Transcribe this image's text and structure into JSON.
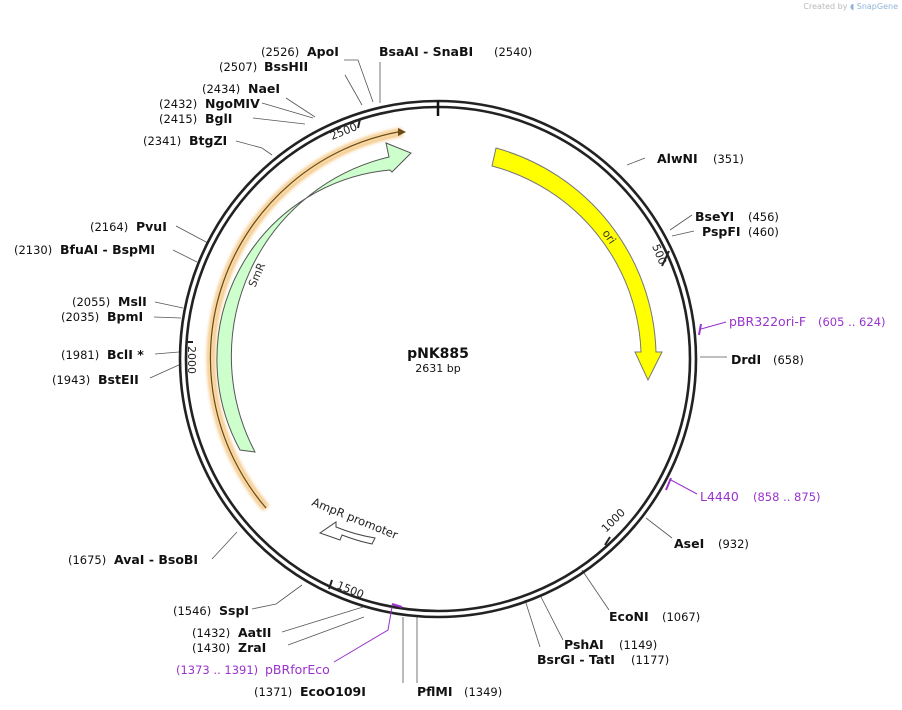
{
  "credit": {
    "prefix": "Created by",
    "brand": "SnapGene"
  },
  "plasmid": {
    "name": "pNK885",
    "size_label": "2631 bp",
    "length": 2631
  },
  "colors": {
    "backbone": "#222222",
    "ori": "#ffff00",
    "smr": "#ccffcc",
    "primer": "#9933cc",
    "orf_outline": "#e8a33c"
  },
  "ticks": [
    {
      "label": "500",
      "pos": 500
    },
    {
      "label": "1000",
      "pos": 1000
    },
    {
      "label": "1500",
      "pos": 1500
    },
    {
      "label": "2000",
      "pos": 2000
    },
    {
      "label": "2500",
      "pos": 2500
    }
  ],
  "features": [
    {
      "name": "ori",
      "type": "ori",
      "color": "#ffff00"
    },
    {
      "name": "SmR",
      "type": "cds",
      "color": "#ccffcc"
    },
    {
      "name": "AmpR promoter",
      "type": "promoter",
      "color": "#ffffff"
    }
  ],
  "sites_right": [
    {
      "name": "AlwNI",
      "pos": "(351)"
    },
    {
      "name": "BseYI",
      "pos": "(456)"
    },
    {
      "name": "PspFI",
      "pos": "(460)"
    },
    {
      "name": "DrdI",
      "pos": "(658)"
    },
    {
      "name": "AseI",
      "pos": "(932)"
    },
    {
      "name": "EcoNI",
      "pos": "(1067)"
    },
    {
      "name": "PshAI",
      "pos": "(1149)"
    },
    {
      "name": "BsrGI  - TatI",
      "pos": "(1177)"
    },
    {
      "name": "PflMI",
      "pos": "(1349)"
    }
  ],
  "sites_left": [
    {
      "name": "ApoI",
      "pos": "(2526)"
    },
    {
      "name": "BssHII",
      "pos": "(2507)"
    },
    {
      "name": "NaeI",
      "pos": "(2434)"
    },
    {
      "name": "NgoMIV",
      "pos": "(2432)"
    },
    {
      "name": "BglI",
      "pos": "(2415)"
    },
    {
      "name": "BtgZI",
      "pos": "(2341)"
    },
    {
      "name": "PvuI",
      "pos": "(2164)"
    },
    {
      "name": "BfuAI  - BspMI",
      "pos": "(2130)"
    },
    {
      "name": "MslI",
      "pos": "(2055)"
    },
    {
      "name": "BpmI",
      "pos": "(2035)"
    },
    {
      "name": "BclI *",
      "pos": "(1981)"
    },
    {
      "name": "BstEII",
      "pos": "(1943)"
    },
    {
      "name": "AvaI  - BsoBI",
      "pos": "(1675)"
    },
    {
      "name": "SspI",
      "pos": "(1546)"
    },
    {
      "name": "AatII",
      "pos": "(1432)"
    },
    {
      "name": "ZraI",
      "pos": "(1430)"
    },
    {
      "name": "EcoO109I",
      "pos": "(1371)"
    }
  ],
  "site_top": {
    "name": "BsaAI  - SnaBI",
    "pos": "(2540)"
  },
  "primers": [
    {
      "name": "pBR322ori-F",
      "range": "(605 .. 624)"
    },
    {
      "name": "L4440",
      "range": "(858 .. 875)"
    },
    {
      "name": "pBRforEco",
      "range": "(1373 .. 1391)"
    }
  ]
}
